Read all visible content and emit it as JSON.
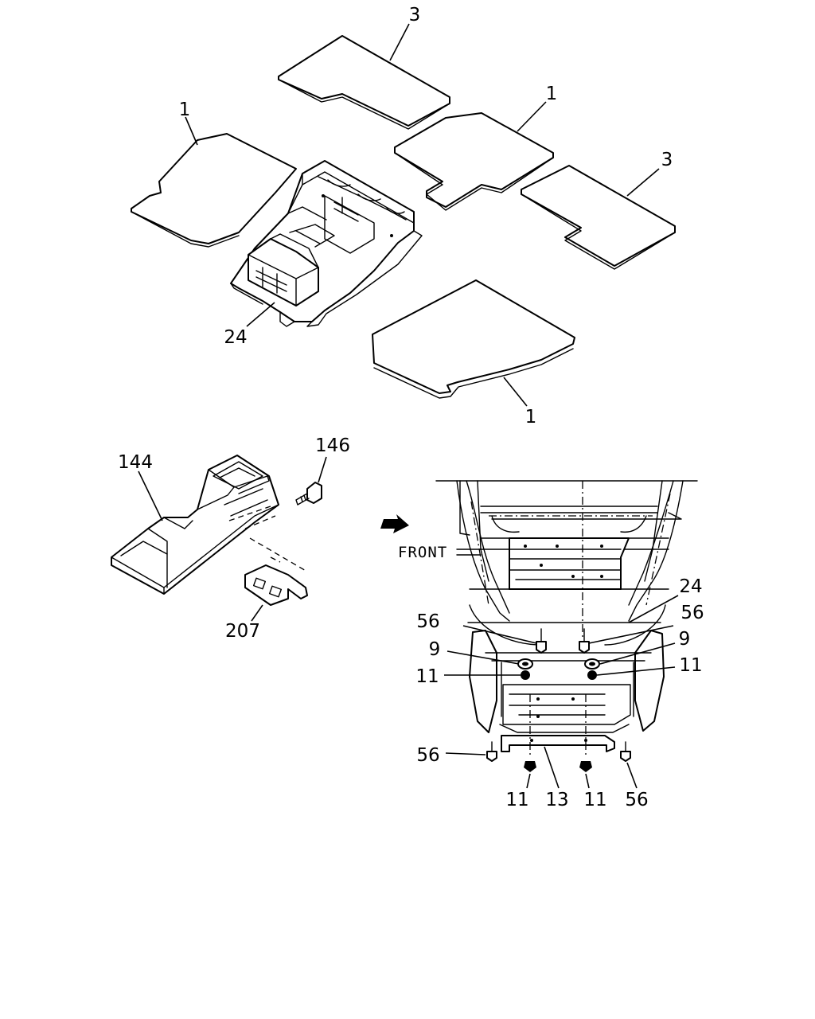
{
  "callouts": {
    "mat_top_3": "3",
    "mat_left_1": "1",
    "mat_right_1": "1",
    "mat_right_3": "3",
    "console_24": "24",
    "mat_bottom_1": "1",
    "bolt_146": "146",
    "console_144": "144",
    "bracket_207": "207",
    "detail_24": "24",
    "clip_56_left": "56",
    "clip_56_right": "56",
    "washer_9_left": "9",
    "washer_9_right": "9",
    "nut_11_left": "11",
    "nut_11_right": "11",
    "clip_56_lower_left": "56",
    "nut_11_bottom_left": "11",
    "bracket_13": "13",
    "nut_11_bottom_right": "11",
    "clip_56_lower_right": "56"
  },
  "direction_label": "FRONT",
  "icons": [
    "front-arrow-icon"
  ]
}
